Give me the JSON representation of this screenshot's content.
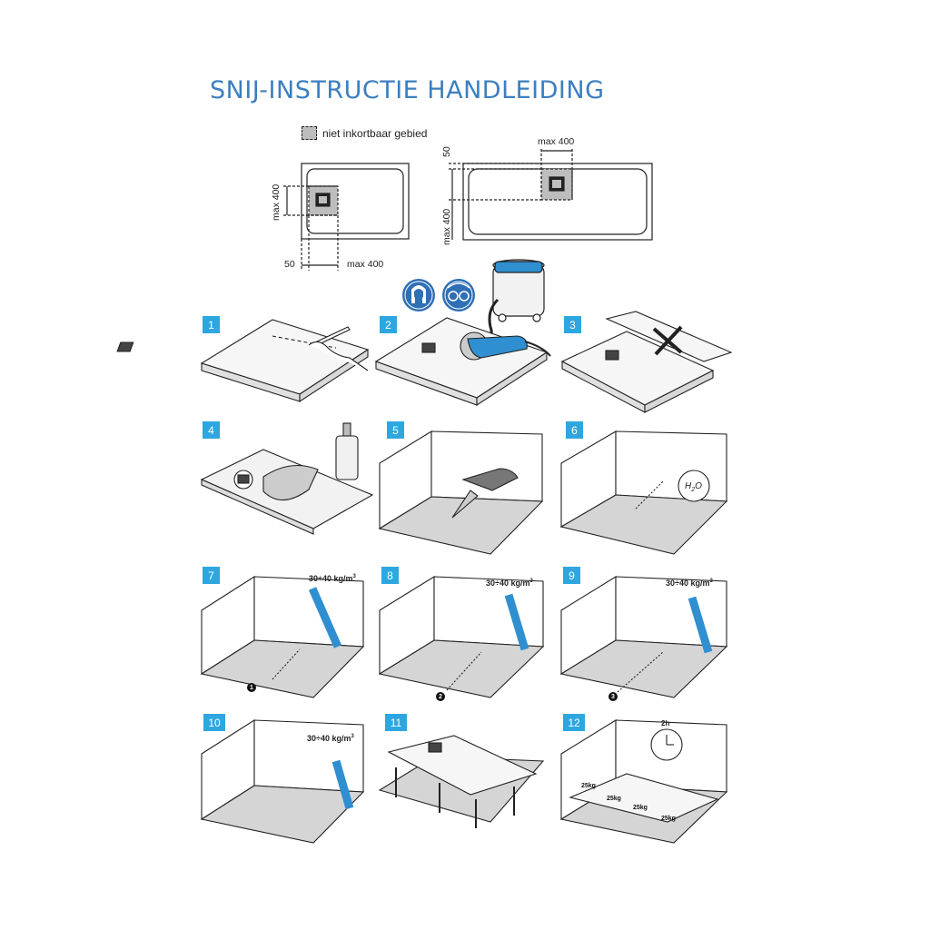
{
  "title": "SNIJ-INSTRUCTIE HANDLEIDING",
  "legend": {
    "label": "niet inkortbaar gebied"
  },
  "dimensions": {
    "left_vertical": "max 400",
    "left_bottom_small": "50",
    "left_bottom_max": "max 400",
    "right_top_max": "max 400",
    "right_vertical_small": "50",
    "right_vertical_max": "max 400"
  },
  "steps": [
    "1",
    "2",
    "3",
    "4",
    "5",
    "6",
    "7",
    "8",
    "9",
    "10",
    "11",
    "12"
  ],
  "density_label": "30÷40 kg/m",
  "density_exponent": "3",
  "h2o": {
    "main": "H",
    "sub": "2",
    "end": "O"
  },
  "bead_numbers": [
    "1",
    "2",
    "3"
  ],
  "weight_label": "25kg",
  "clock_label": "2h",
  "colors": {
    "accent": "#2ea7e0",
    "title": "#3c7fc0",
    "tool_blue": "#2f8fd0",
    "gray_area": "#bdbdbd"
  },
  "icons": [
    "ear-protection-icon",
    "eye-protection-icon",
    "vacuum-cleaner-icon"
  ]
}
